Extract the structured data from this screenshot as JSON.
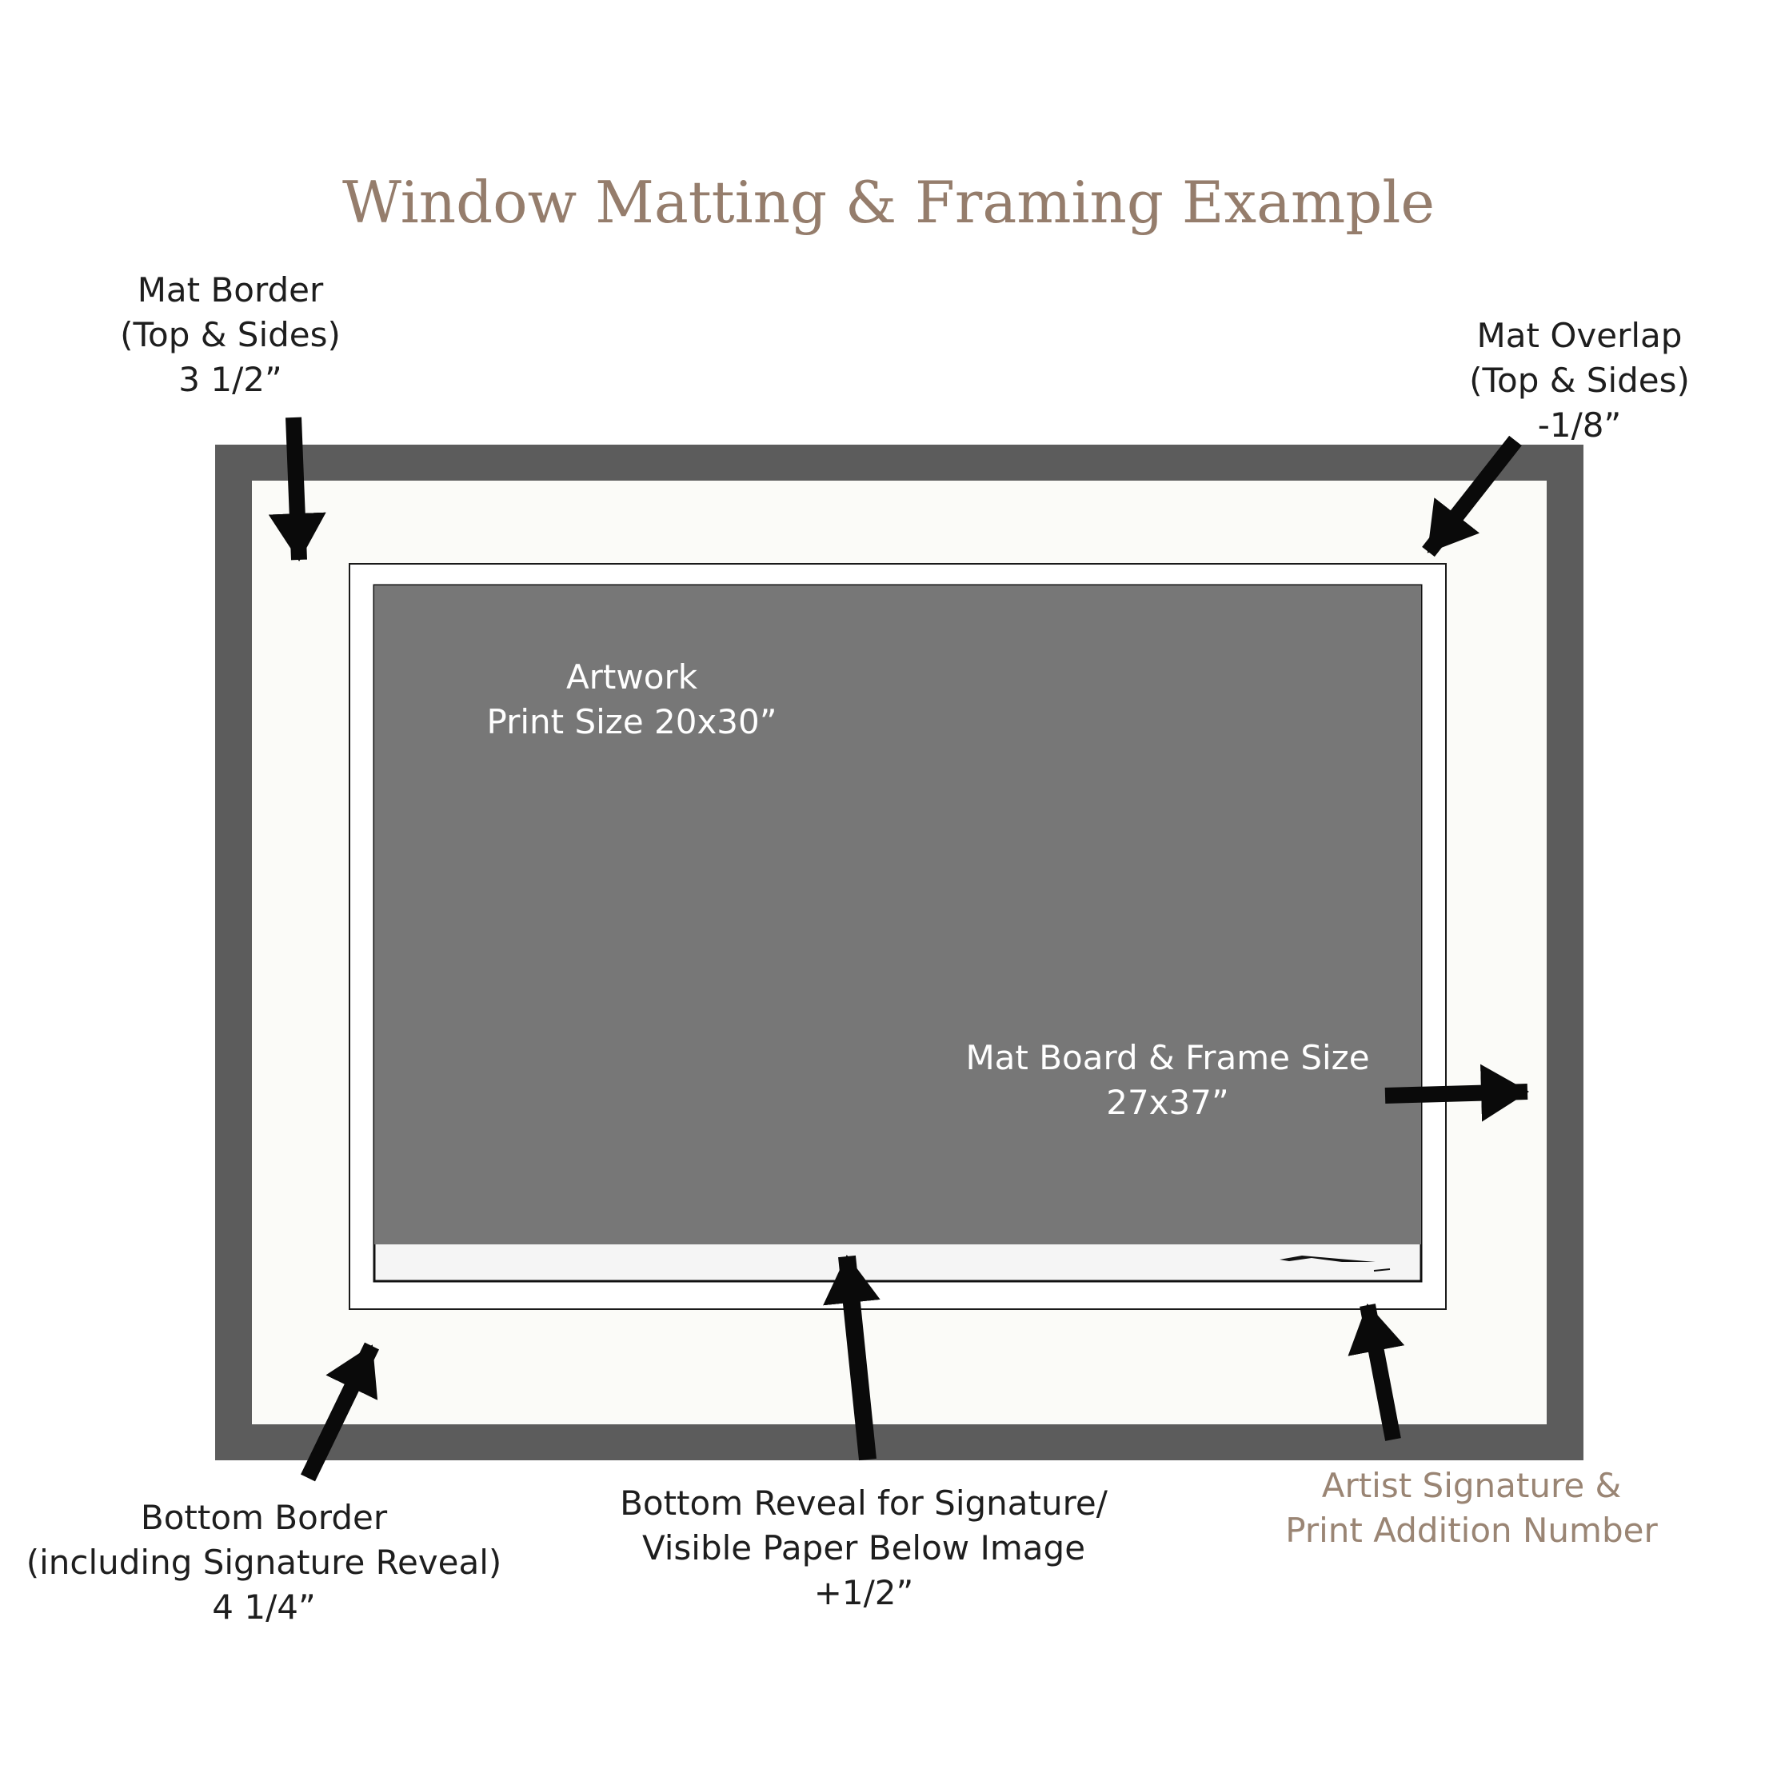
{
  "title": "Window Matting & Framing Example",
  "labels": {
    "mat_border": [
      "Mat Border",
      "(Top & Sides)",
      "3 1/2”"
    ],
    "mat_overlap": [
      "Mat Overlap",
      "(Top & Sides)",
      "-1/8”"
    ],
    "artwork": [
      "Artwork",
      "Print Size 20x30”"
    ],
    "mat_board_frame": [
      "Mat Board & Frame Size",
      "27x37”"
    ],
    "bottom_border": [
      "Bottom Border",
      "(including Signature Reveal)",
      "4 1/4”"
    ],
    "bottom_reveal": [
      "Bottom Reveal for Signature/",
      "Visible Paper Below Image",
      "+1/2”"
    ],
    "artist_signature": [
      "Artist Signature &",
      "Print Addition Number"
    ]
  },
  "colors": {
    "frame": "#5c5c5c",
    "mat": "#fbfbf8",
    "artwork": "#777777",
    "paper": "#f5f5f5",
    "arrow": "#0a0a0a",
    "title": "#957d6c",
    "signature_label": "#9a8574"
  }
}
